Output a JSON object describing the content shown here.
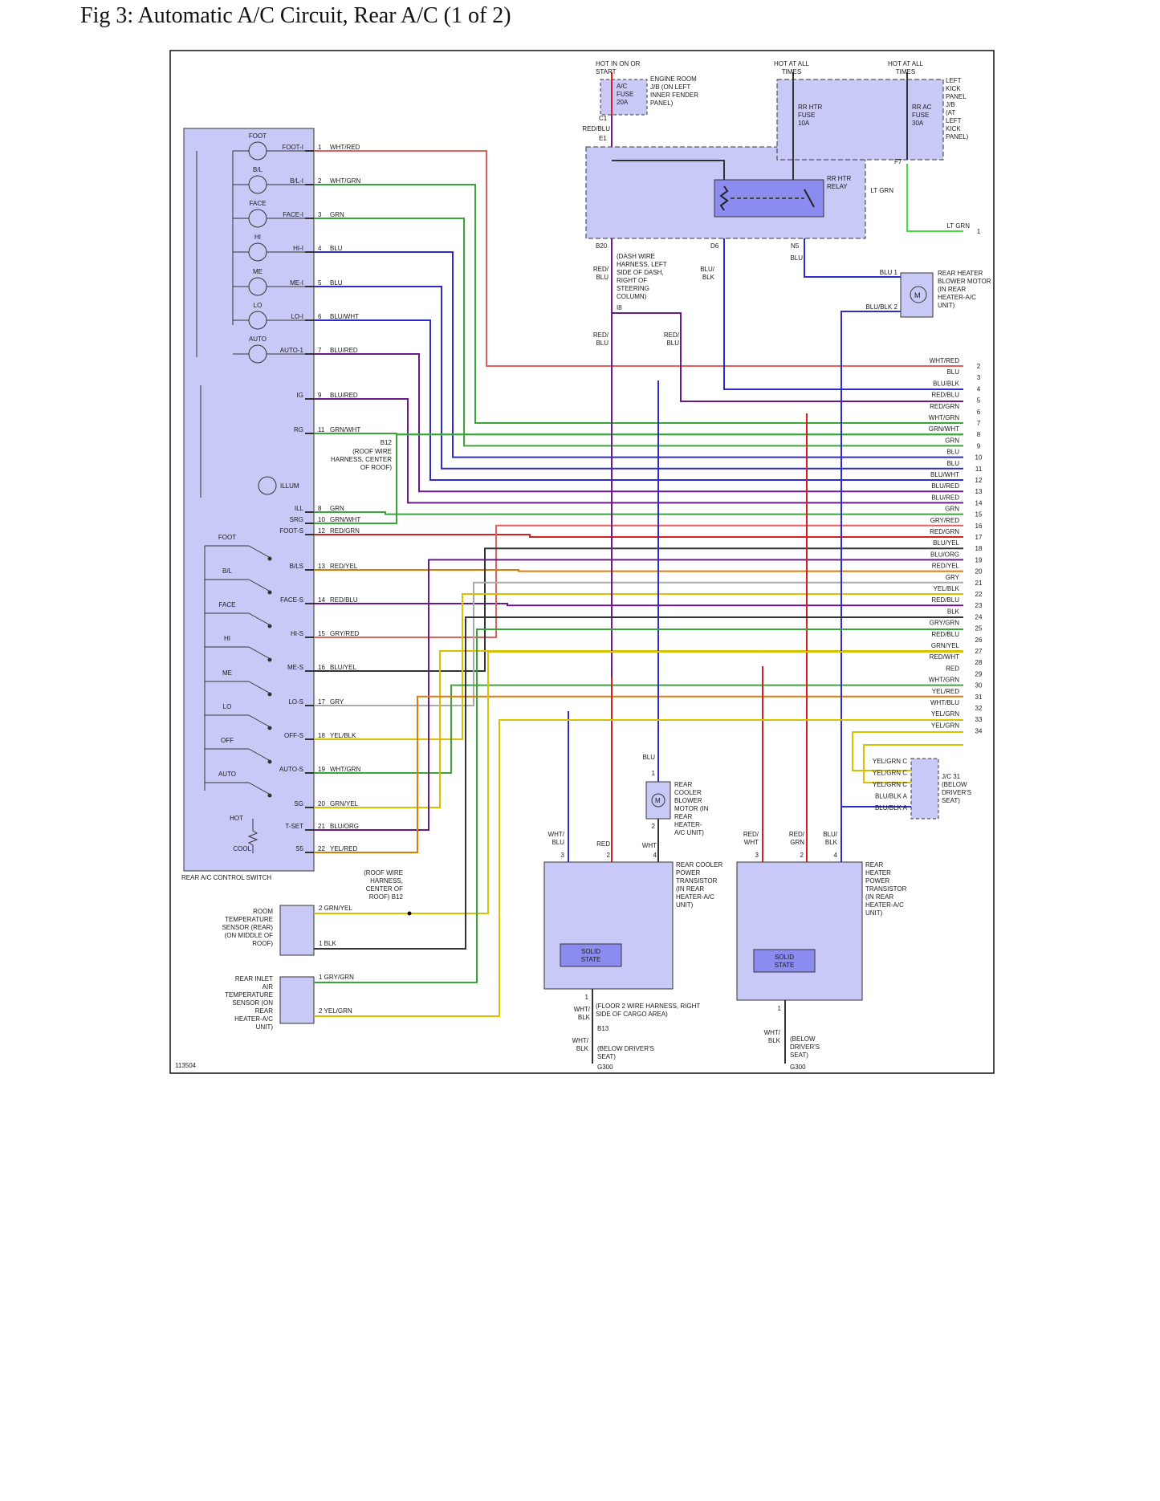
{
  "title": "Fig 3: Automatic A/C Circuit, Rear A/C (1 of 2)",
  "figure_id": "113504",
  "colors": {
    "component_fill": "#c9c9f7",
    "frame": "#111111",
    "wire_wht_red": "#e06060",
    "wire_grn": "#3aa63a",
    "wire_blu": "#2b2bd0",
    "wire_red": "#d42020",
    "wire_yel": "#d6c200",
    "wire_blk": "#333333",
    "wire_lt_grn": "#44dd44",
    "wire_purple": "#6a1a8a",
    "wire_orange": "#e07a00",
    "wire_gry": "#aaaaaa"
  },
  "power": {
    "hot_start": "HOT IN ON OR START",
    "hot_all_1": "HOT AT ALL TIMES",
    "hot_all_2": "HOT AT ALL TIMES",
    "ac_fuse": "A/C FUSE 20A",
    "engine_jb": "ENGINE ROOM J/B (ON LEFT INNER FENDER PANEL)",
    "rr_htr_fuse": "RR HTR FUSE 10A",
    "rr_ac_fuse": "RR AC FUSE 30A",
    "left_kick_jb": "LEFT KICK PANEL J/B (AT LEFT KICK PANEL)",
    "rr_htr_relay": "RR HTR RELAY",
    "c1": "C1",
    "e1": "E1",
    "f7": "F7",
    "red_blu": "RED/BLU",
    "lt_grn": "LT GRN"
  },
  "connectors": {
    "b20": "B20",
    "d6": "D6",
    "n5": "N5",
    "i8": "I8",
    "dash_harness": "(DASH WIRE HARNESS, LEFT SIDE OF DASH, RIGHT OF STEERING COLUMN)",
    "red_blu": "RED/ BLU",
    "blu_blk": "BLU/ BLK",
    "blu": "BLU",
    "b12": "B12",
    "roof_harness": "(ROOF WIRE HARNESS, CENTER OF ROOF)"
  },
  "switch": {
    "name": "REAR A/C CONTROL SWITCH",
    "indicators": [
      "FOOT",
      "B/L",
      "FACE",
      "HI",
      "ME",
      "LO",
      "AUTO"
    ],
    "illum": "ILLUM",
    "switches": [
      "FOOT",
      "B/L",
      "FACE",
      "HI",
      "ME",
      "LO",
      "OFF",
      "AUTO"
    ],
    "hot": "HOT",
    "cool": "COOL",
    "pins": [
      {
        "name": "FOOT-I",
        "num": "1",
        "color": "WHT/RED"
      },
      {
        "name": "B/L-I",
        "num": "2",
        "color": "WHT/GRN"
      },
      {
        "name": "FACE-I",
        "num": "3",
        "color": "GRN"
      },
      {
        "name": "HI-I",
        "num": "4",
        "color": "BLU"
      },
      {
        "name": "ME-I",
        "num": "5",
        "color": "BLU"
      },
      {
        "name": "LO-I",
        "num": "6",
        "color": "BLU/WHT"
      },
      {
        "name": "AUTO-1",
        "num": "7",
        "color": "BLU/RED"
      },
      {
        "name": "IG",
        "num": "9",
        "color": "BLU/RED"
      },
      {
        "name": "RG",
        "num": "11",
        "color": "GRN/WHT"
      },
      {
        "name": "ILL",
        "num": "8",
        "color": "GRN"
      },
      {
        "name": "SRG",
        "num": "10",
        "color": "GRN/WHT"
      },
      {
        "name": "FOOT-S",
        "num": "12",
        "color": "RED/GRN"
      },
      {
        "name": "B/LS",
        "num": "13",
        "color": "RED/YEL"
      },
      {
        "name": "FACE-S",
        "num": "14",
        "color": "RED/BLU"
      },
      {
        "name": "HI-S",
        "num": "15",
        "color": "GRY/RED"
      },
      {
        "name": "ME-S",
        "num": "16",
        "color": "BLU/YEL"
      },
      {
        "name": "LO-S",
        "num": "17",
        "color": "GRY"
      },
      {
        "name": "OFF-S",
        "num": "18",
        "color": "YEL/BLK"
      },
      {
        "name": "AUTO-S",
        "num": "19",
        "color": "WHT/GRN"
      },
      {
        "name": "SG",
        "num": "20",
        "color": "GRN/YEL"
      },
      {
        "name": "T-SET",
        "num": "21",
        "color": "BLU/ORG"
      },
      {
        "name": "S5",
        "num": "22",
        "color": "YEL/RED"
      }
    ]
  },
  "blower": {
    "name": "REAR HEATER BLOWER MOTOR (IN REAR HEATER-A/C UNIT)",
    "pin1": "BLU 1",
    "pin2": "BLU/BLK 2",
    "motor": "M"
  },
  "outputs": [
    {
      "color": "LT GRN",
      "num": "1"
    },
    {
      "color": "WHT/RED",
      "num": "2"
    },
    {
      "color": "BLU",
      "num": "3"
    },
    {
      "color": "BLU/BLK",
      "num": "4"
    },
    {
      "color": "RED/BLU",
      "num": "5"
    },
    {
      "color": "RED/GRN",
      "num": "6"
    },
    {
      "color": "WHT/GRN",
      "num": "7"
    },
    {
      "color": "GRN/WHT",
      "num": "8"
    },
    {
      "color": "GRN",
      "num": "9"
    },
    {
      "color": "BLU",
      "num": "10"
    },
    {
      "color": "BLU",
      "num": "11"
    },
    {
      "color": "BLU/WHT",
      "num": "12"
    },
    {
      "color": "BLU/RED",
      "num": "13"
    },
    {
      "color": "BLU/RED",
      "num": "14"
    },
    {
      "color": "GRN",
      "num": "15"
    },
    {
      "color": "GRY/RED",
      "num": "16"
    },
    {
      "color": "RED/GRN",
      "num": "17"
    },
    {
      "color": "BLU/YEL",
      "num": "18"
    },
    {
      "color": "BLU/ORG",
      "num": "19"
    },
    {
      "color": "RED/YEL",
      "num": "20"
    },
    {
      "color": "GRY",
      "num": "21"
    },
    {
      "color": "YEL/BLK",
      "num": "22"
    },
    {
      "color": "RED/BLU",
      "num": "23"
    },
    {
      "color": "BLK",
      "num": "24"
    },
    {
      "color": "GRY/GRN",
      "num": "25"
    },
    {
      "color": "RED/BLU",
      "num": "26"
    },
    {
      "color": "GRN/YEL",
      "num": "27"
    },
    {
      "color": "RED/WHT",
      "num": "28"
    },
    {
      "color": "RED",
      "num": "29"
    },
    {
      "color": "WHT/GRN",
      "num": "30"
    },
    {
      "color": "YEL/RED",
      "num": "31"
    },
    {
      "color": "WHT/BLU",
      "num": "32"
    },
    {
      "color": "YEL/GRN",
      "num": "33"
    },
    {
      "color": "YEL/GRN",
      "num": "34"
    }
  ],
  "jc31": {
    "name": "J/C 31 (BELOW DRIVER'S SEAT)",
    "pins": [
      "YEL/GRN C",
      "YEL/GRN C",
      "YEL/GRN C",
      "BLU/BLK A",
      "BLU/BLK A"
    ]
  },
  "cooler_motor": {
    "name": "REAR COOLER BLOWER MOTOR (IN REAR HEATER- A/C UNIT)",
    "blu": "BLU",
    "wht": "WHT",
    "pin1": "1",
    "pin2": "2",
    "motor": "M"
  },
  "cooler_tr": {
    "name": "REAR COOLER POWER TRANSISTOR (IN REAR HEATER-A/C UNIT)",
    "solid": "SOLID STATE",
    "wire3": "WHT/ BLU",
    "wire2": "RED",
    "wire4": "WHT",
    "pin3": "3",
    "pin2": "2",
    "pin4": "4",
    "pin1": "1",
    "ground_wire": "WHT/ BLK",
    "floor_harness": "(FLOOR 2 WIRE HARNESS, RIGHT SIDE OF CARGO AREA)",
    "b13": "B13",
    "ground_wire2": "WHT/ BLK",
    "below_seat": "(BELOW DRIVER'S SEAT)",
    "g300": "G300"
  },
  "heater_tr": {
    "name": "REAR HEATER POWER TRANSISTOR (IN REAR HEATER-A/C UNIT)",
    "solid": "SOLID STATE",
    "wire3": "RED/ WHT",
    "wire2": "RED/ GRN",
    "wire4": "BLU/ BLK",
    "pin3": "3",
    "pin2": "2",
    "pin4": "4",
    "pin1": "1",
    "ground_wire": "WHT/ BLK",
    "below_seat": "(BELOW DRIVER'S SEAT)",
    "g300": "G300"
  },
  "room_sensor": {
    "name": "ROOM TEMPERATURE SENSOR (REAR) (ON MIDDLE OF ROOF)",
    "pin2": "2 GRN/YEL",
    "pin1": "1 BLK",
    "b12_note": "(ROOF WIRE HARNESS, CENTER OF ROOF) B12"
  },
  "inlet_sensor": {
    "name": "REAR INLET AIR TEMPERATURE SENSOR (ON REAR HEATER-A/C UNIT)",
    "pin1": "1 GRY/GRN",
    "pin2": "2 YEL/GRN"
  }
}
